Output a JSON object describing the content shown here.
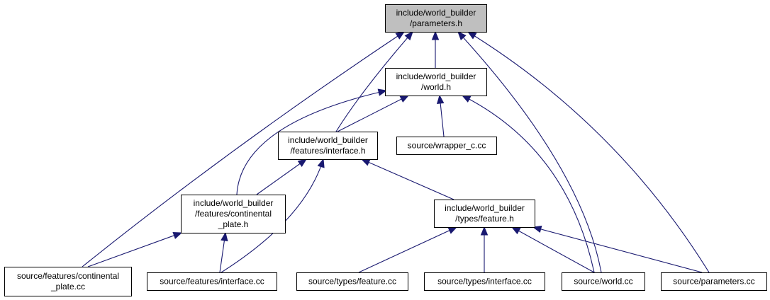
{
  "graph": {
    "nodes": [
      {
        "id": "parameters_h",
        "lines": [
          "include/world_builder",
          "/parameters.h"
        ],
        "highlighted": true,
        "clickable": false
      },
      {
        "id": "world_h",
        "lines": [
          "include/world_builder",
          "/world.h"
        ],
        "highlighted": false,
        "clickable": true
      },
      {
        "id": "features_interface_h",
        "lines": [
          "include/world_builder",
          "/features/interface.h"
        ],
        "highlighted": false,
        "clickable": true
      },
      {
        "id": "wrapper_c_cc",
        "lines": [
          "source/wrapper_c.cc"
        ],
        "highlighted": false,
        "clickable": true
      },
      {
        "id": "continental_plate_h",
        "lines": [
          "include/world_builder",
          "/features/continental",
          "_plate.h"
        ],
        "highlighted": false,
        "clickable": true
      },
      {
        "id": "types_feature_h",
        "lines": [
          "include/world_builder",
          "/types/feature.h"
        ],
        "highlighted": false,
        "clickable": true
      },
      {
        "id": "continental_plate_cc",
        "lines": [
          "source/features/continental",
          "_plate.cc"
        ],
        "highlighted": false,
        "clickable": true
      },
      {
        "id": "features_interface_cc",
        "lines": [
          "source/features/interface.cc"
        ],
        "highlighted": false,
        "clickable": true
      },
      {
        "id": "types_feature_cc",
        "lines": [
          "source/types/feature.cc"
        ],
        "highlighted": false,
        "clickable": true
      },
      {
        "id": "types_interface_cc",
        "lines": [
          "source/types/interface.cc"
        ],
        "highlighted": false,
        "clickable": true
      },
      {
        "id": "world_cc",
        "lines": [
          "source/world.cc"
        ],
        "highlighted": false,
        "clickable": true
      },
      {
        "id": "parameters_cc",
        "lines": [
          "source/parameters.cc"
        ],
        "highlighted": false,
        "clickable": true
      }
    ],
    "edges": [
      {
        "from": "world_h",
        "to": "parameters_h"
      },
      {
        "from": "features_interface_h",
        "to": "parameters_h"
      },
      {
        "from": "continental_plate_cc",
        "to": "parameters_h"
      },
      {
        "from": "world_cc",
        "to": "parameters_h"
      },
      {
        "from": "parameters_cc",
        "to": "parameters_h"
      },
      {
        "from": "features_interface_h",
        "to": "world_h"
      },
      {
        "from": "continental_plate_h",
        "to": "world_h"
      },
      {
        "from": "wrapper_c_cc",
        "to": "world_h"
      },
      {
        "from": "world_cc",
        "to": "world_h"
      },
      {
        "from": "continental_plate_h",
        "to": "features_interface_h"
      },
      {
        "from": "features_interface_cc",
        "to": "features_interface_h"
      },
      {
        "from": "types_feature_h",
        "to": "features_interface_h"
      },
      {
        "from": "continental_plate_cc",
        "to": "continental_plate_h"
      },
      {
        "from": "features_interface_cc",
        "to": "continental_plate_h"
      },
      {
        "from": "types_feature_cc",
        "to": "types_feature_h"
      },
      {
        "from": "types_interface_cc",
        "to": "types_feature_h"
      },
      {
        "from": "world_cc",
        "to": "types_feature_h"
      },
      {
        "from": "parameters_cc",
        "to": "types_feature_h"
      }
    ],
    "colors": {
      "edge": "#191970",
      "highlight_fill": "#bfbfbf",
      "node_fill": "#ffffff",
      "node_border": "#000000"
    }
  }
}
